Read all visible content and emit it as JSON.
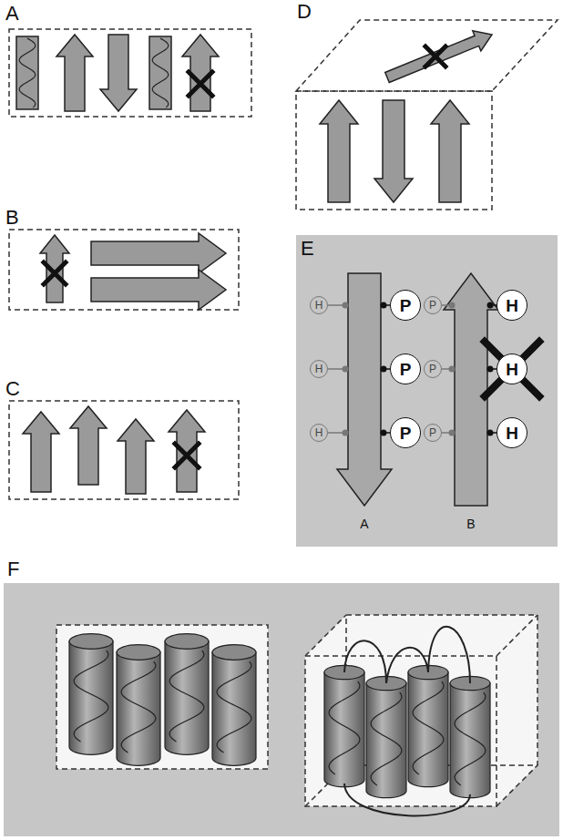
{
  "diagram": {
    "nodes": [
      {
        "text": [
          "H"
        ]
      },
      {
        "text": [
          "P"
        ]
      },
      {
        "text": [
          "P"
        ]
      },
      {
        "text": [
          "H"
        ]
      },
      {
        "text": [
          "H"
        ]
      },
      {
        "text": [
          "P"
        ]
      },
      {
        "text": [
          "P"
        ]
      },
      {
        "text": [
          "H"
        ]
      },
      {
        "text": [
          "H"
        ]
      },
      {
        "text": [
          "P"
        ]
      },
      {
        "text": [
          "P"
        ]
      },
      {
        "text": [
          "H"
        ]
      }
    ],
    "labels": [
      "A",
      "B",
      "C",
      "D",
      "E",
      "F",
      "A",
      "B"
    ]
  }
}
